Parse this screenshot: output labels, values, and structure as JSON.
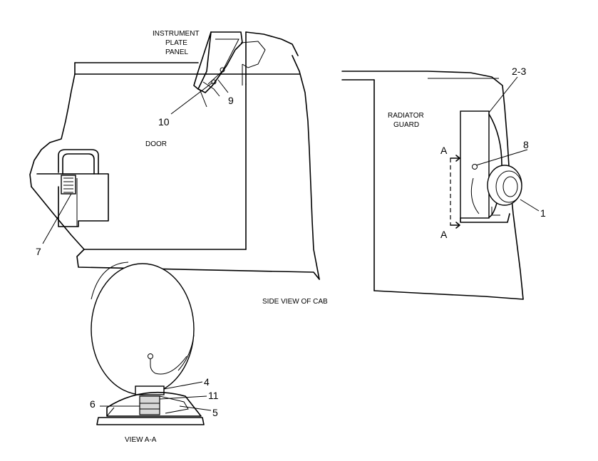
{
  "labels": {
    "instrument_line1": "INSTRUMENT",
    "instrument_line2": "PLATE",
    "instrument_line3": "PANEL",
    "door": "DOOR",
    "radiator_line1": "RADIATOR",
    "radiator_line2": "GUARD",
    "side_view": "SIDE VIEW OF CAB",
    "view_aa": "VIEW A-A",
    "section_a_top": "A",
    "section_a_bottom": "A"
  },
  "callouts": {
    "c1": "1",
    "c2_3": "2-3",
    "c4": "4",
    "c5": "5",
    "c6": "6",
    "c7": "7",
    "c8": "8",
    "c9": "9",
    "c10": "10",
    "c11": "11"
  }
}
